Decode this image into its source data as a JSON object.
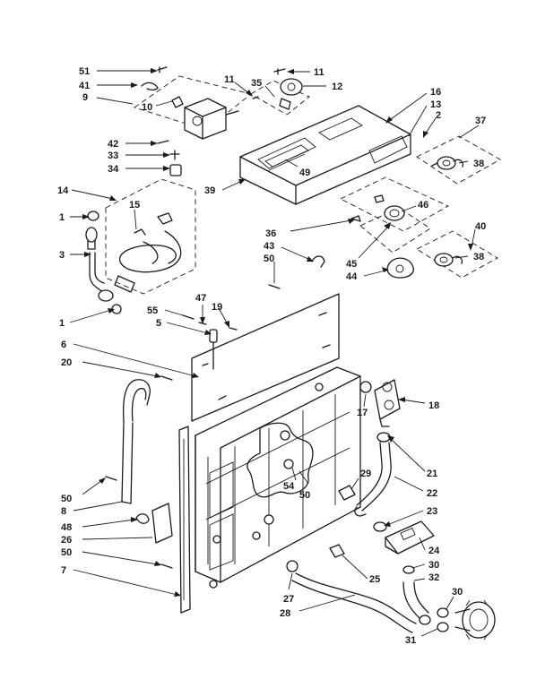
{
  "labels": [
    "51",
    "41",
    "9",
    "10",
    "11",
    "35",
    "11",
    "12",
    "16",
    "13",
    "2",
    "37",
    "38",
    "42",
    "33",
    "34",
    "39",
    "49",
    "14",
    "15",
    "1",
    "3",
    "36",
    "43",
    "50",
    "46",
    "45",
    "44",
    "40",
    "38",
    "55",
    "47",
    "5",
    "19",
    "1",
    "6",
    "20",
    "17",
    "18",
    "21",
    "22",
    "29",
    "54",
    "50",
    "23",
    "50",
    "8",
    "48",
    "26",
    "24",
    "30",
    "50",
    "25",
    "32",
    "7",
    "27",
    "28",
    "30",
    "31"
  ]
}
